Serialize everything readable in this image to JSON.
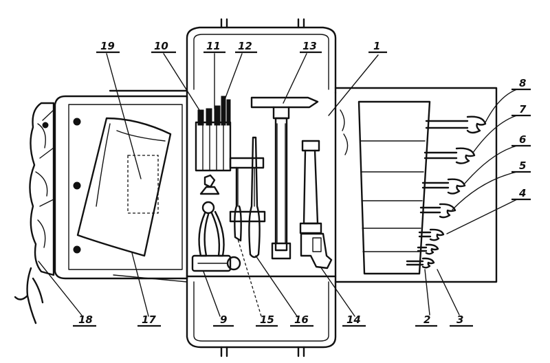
{
  "callouts": [
    {
      "id": "c1",
      "text": "1"
    },
    {
      "id": "c2",
      "text": "2"
    },
    {
      "id": "c3",
      "text": "3"
    },
    {
      "id": "c4",
      "text": "4"
    },
    {
      "id": "c5",
      "text": "5"
    },
    {
      "id": "c6",
      "text": "6"
    },
    {
      "id": "c7",
      "text": "7"
    },
    {
      "id": "c8",
      "text": "8"
    },
    {
      "id": "c9",
      "text": "9"
    },
    {
      "id": "c10",
      "text": "10"
    },
    {
      "id": "c11",
      "text": "11"
    },
    {
      "id": "c12",
      "text": "12"
    },
    {
      "id": "c13",
      "text": "13"
    },
    {
      "id": "c14",
      "text": "14"
    },
    {
      "id": "c15",
      "text": "15"
    },
    {
      "id": "c16",
      "text": "16"
    },
    {
      "id": "c17",
      "text": "17"
    },
    {
      "id": "c18",
      "text": "18"
    },
    {
      "id": "c19",
      "text": "19"
    }
  ],
  "colors": {
    "ink": "#111111",
    "paper": "#ffffff"
  }
}
